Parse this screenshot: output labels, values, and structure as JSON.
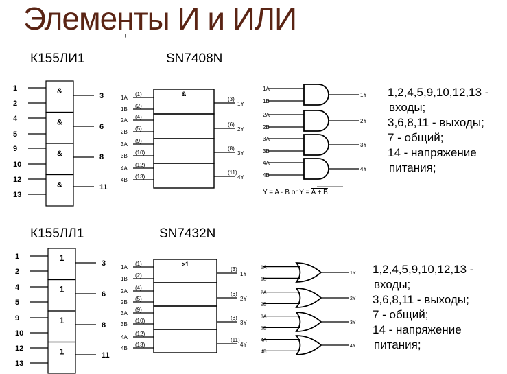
{
  "title": "Элементы И и ИЛИ",
  "mark": "±",
  "and_section": {
    "chip_ru": "К155ЛИ1",
    "chip_en": "SN7408N",
    "gate_symbol": "&",
    "ru_inputs": [
      "1",
      "2",
      "4",
      "5",
      "9",
      "10",
      "12",
      "13"
    ],
    "ru_outputs": [
      "3",
      "6",
      "8",
      "11"
    ],
    "en_inputs": [
      "1A",
      "1B",
      "2A",
      "2B",
      "3A",
      "3B",
      "4A",
      "4B"
    ],
    "en_input_pins": [
      "(1)",
      "(2)",
      "(4)",
      "(5)",
      "(9)",
      "(10)",
      "(12)",
      "(13)"
    ],
    "en_outputs": [
      "1Y",
      "2Y",
      "3Y",
      "4Y"
    ],
    "en_output_pins": [
      "(3)",
      "(6)",
      "(8)",
      "(11)"
    ],
    "logic_inputs": [
      "1A",
      "1B",
      "2A",
      "2B",
      "3A",
      "3B",
      "4A",
      "4B"
    ],
    "logic_outputs": [
      "1Y",
      "2Y",
      "3Y",
      "4Y"
    ],
    "formula": "Y = A · B  or  Y = A + B",
    "desc": [
      "1,2,4,5,9,10,12,13 -",
      "входы;",
      "3,6,8,11 - выходы;",
      "7 - общий;",
      "14 - напряжение",
      "питания;"
    ]
  },
  "or_section": {
    "chip_ru": "К155ЛЛ1",
    "chip_en": "SN7432N",
    "gate_symbol": "1",
    "en_gate_symbol": ">1",
    "ru_inputs": [
      "1",
      "2",
      "4",
      "5",
      "9",
      "10",
      "12",
      "13"
    ],
    "ru_outputs": [
      "3",
      "6",
      "8",
      "11"
    ],
    "en_inputs": [
      "1A",
      "1B",
      "2A",
      "2B",
      "3A",
      "3B",
      "4A",
      "4B"
    ],
    "en_input_pins": [
      "(1)",
      "(2)",
      "(4)",
      "(5)",
      "(9)",
      "(10)",
      "(12)",
      "(13)"
    ],
    "en_outputs": [
      "1Y",
      "2Y",
      "3Y",
      "4Y"
    ],
    "en_output_pins": [
      "(3)",
      "(6)",
      "(8)",
      "(11)"
    ],
    "logic_inputs": [
      "1A",
      "1B",
      "2A",
      "2B",
      "3A",
      "3B",
      "4A",
      "4B"
    ],
    "logic_outputs": [
      "1Y",
      "2Y",
      "3Y",
      "4Y"
    ],
    "desc": [
      "1,2,4,5,9,10,12,13 -",
      "входы;",
      "3,6,8,11 - выходы;",
      "7 - общий;",
      "14 - напряжение",
      "питания;"
    ]
  }
}
